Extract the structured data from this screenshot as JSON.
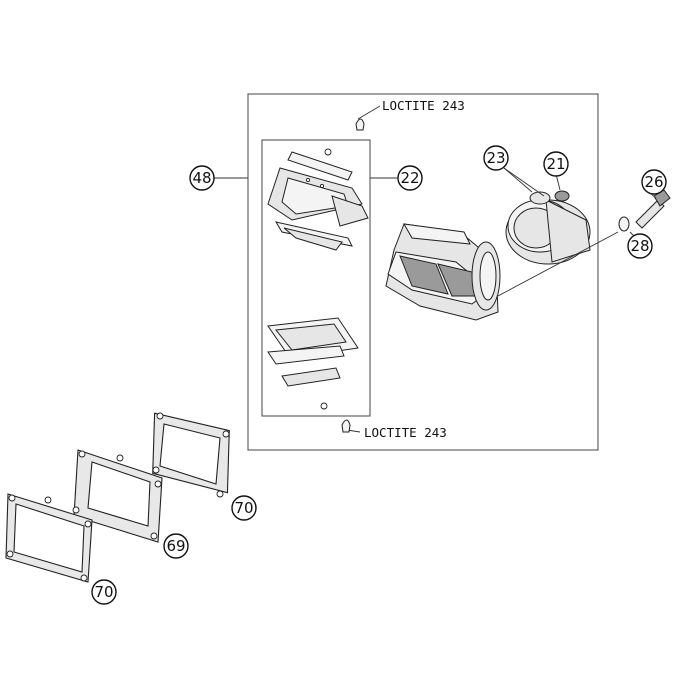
{
  "callouts": {
    "c48": "48",
    "c22": "22",
    "c23": "23",
    "c21": "21",
    "c26": "26",
    "c28": "28",
    "c70a": "70",
    "c69": "69",
    "c70b": "70"
  },
  "notes": {
    "loctite_top": "LOCTITE 243",
    "loctite_bottom": "LOCTITE 243"
  }
}
